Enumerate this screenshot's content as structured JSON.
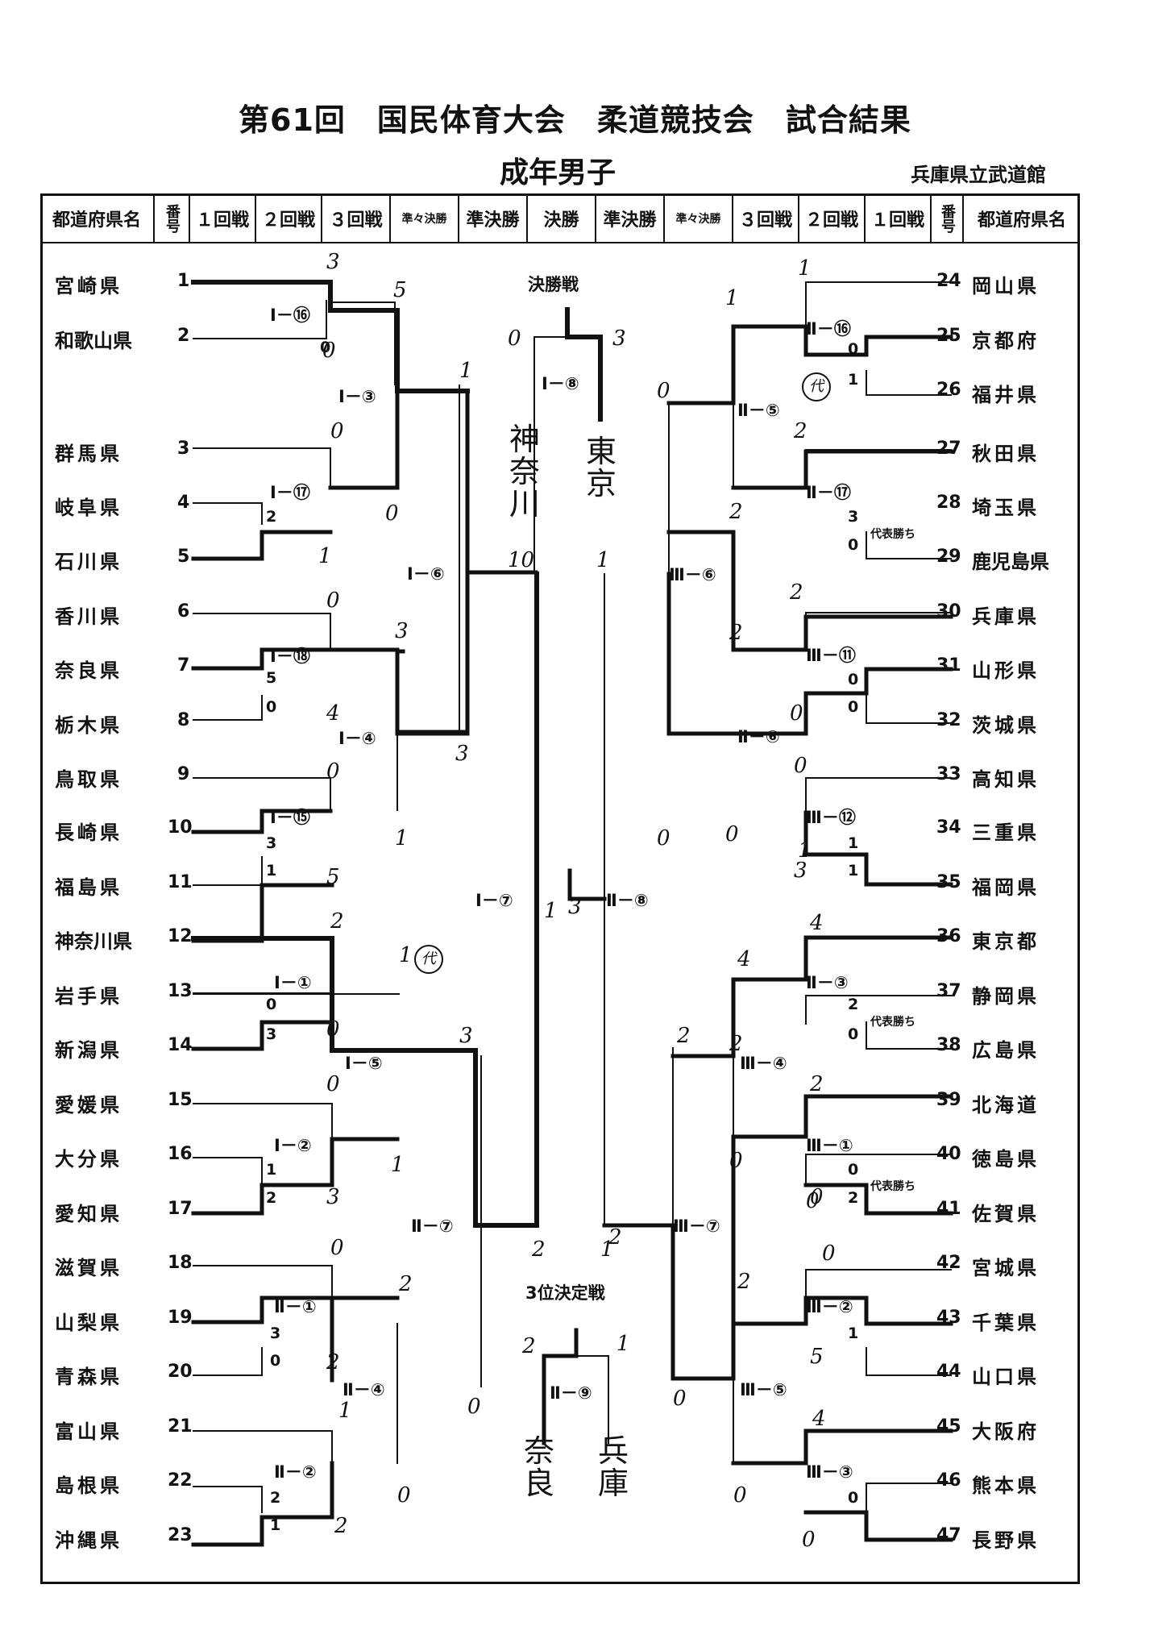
{
  "title": "第61回　国民体育大会　柔道競技会　試合結果",
  "subtitle": "成年男子",
  "venue": "兵庫県立武道館",
  "header": {
    "left": [
      "都道府県名",
      "番号",
      "１回戦",
      "２回戦",
      "３回戦",
      "準々決勝",
      "準決勝",
      "決勝"
    ],
    "right": [
      "準決勝",
      "準々決勝",
      "３回戦",
      "２回戦",
      "１回戦",
      "番号",
      "都道府県名"
    ]
  },
  "left_teams": [
    {
      "no": "1",
      "name": "宮崎県"
    },
    {
      "no": "2",
      "name": "和歌山県"
    },
    {
      "no": "3",
      "name": "群馬県"
    },
    {
      "no": "4",
      "name": "岐阜県"
    },
    {
      "no": "5",
      "name": "石川県"
    },
    {
      "no": "6",
      "name": "香川県"
    },
    {
      "no": "7",
      "name": "奈良県"
    },
    {
      "no": "8",
      "name": "栃木県"
    },
    {
      "no": "9",
      "name": "鳥取県"
    },
    {
      "no": "10",
      "name": "長崎県"
    },
    {
      "no": "11",
      "name": "福島県"
    },
    {
      "no": "12",
      "name": "神奈川県"
    },
    {
      "no": "13",
      "name": "岩手県"
    },
    {
      "no": "14",
      "name": "新潟県"
    },
    {
      "no": "15",
      "name": "愛媛県"
    },
    {
      "no": "16",
      "name": "大分県"
    },
    {
      "no": "17",
      "name": "愛知県"
    },
    {
      "no": "18",
      "name": "滋賀県"
    },
    {
      "no": "19",
      "name": "山梨県"
    },
    {
      "no": "20",
      "name": "青森県"
    },
    {
      "no": "21",
      "name": "富山県"
    },
    {
      "no": "22",
      "name": "島根県"
    },
    {
      "no": "23",
      "name": "沖縄県"
    }
  ],
  "right_teams": [
    {
      "no": "24",
      "name": "岡山県"
    },
    {
      "no": "25",
      "name": "京都府"
    },
    {
      "no": "26",
      "name": "福井県"
    },
    {
      "no": "27",
      "name": "秋田県"
    },
    {
      "no": "28",
      "name": "埼玉県"
    },
    {
      "no": "29",
      "name": "鹿児島県"
    },
    {
      "no": "30",
      "name": "兵庫県"
    },
    {
      "no": "31",
      "name": "山形県"
    },
    {
      "no": "32",
      "name": "茨城県"
    },
    {
      "no": "33",
      "name": "高知県"
    },
    {
      "no": "34",
      "name": "三重県"
    },
    {
      "no": "35",
      "name": "福岡県"
    },
    {
      "no": "36",
      "name": "東京都"
    },
    {
      "no": "37",
      "name": "静岡県"
    },
    {
      "no": "38",
      "name": "広島県"
    },
    {
      "no": "39",
      "name": "北海道"
    },
    {
      "no": "40",
      "name": "徳島県"
    },
    {
      "no": "41",
      "name": "佐賀県"
    },
    {
      "no": "42",
      "name": "宮城県"
    },
    {
      "no": "43",
      "name": "千葉県"
    },
    {
      "no": "44",
      "name": "山口県"
    },
    {
      "no": "45",
      "name": "大阪府"
    },
    {
      "no": "46",
      "name": "熊本県"
    },
    {
      "no": "47",
      "name": "長野県"
    }
  ],
  "left_match_labels": [
    "Ⅰ－⑯",
    "Ⅰ－③",
    "Ⅰ－⑰",
    "Ⅰ－⑥",
    "Ⅰ－⑱",
    "Ⅰ－④",
    "Ⅰ－⑮",
    "Ⅰ－⑦",
    "Ⅰ－①",
    "Ⅰ－⑤",
    "Ⅰ－②",
    "Ⅱ－⑦",
    "Ⅱ－①",
    "Ⅱ－④",
    "Ⅱ－②"
  ],
  "right_match_labels": [
    "Ⅱ－⑯",
    "Ⅱ－⑤",
    "Ⅱ－⑰",
    "Ⅲ－⑥",
    "Ⅲ－⑪",
    "Ⅱ－⑥",
    "Ⅲ－⑫",
    "Ⅱ－⑧",
    "Ⅱ－③",
    "Ⅲ－④",
    "Ⅲ－①",
    "Ⅲ－⑦",
    "Ⅲ－②",
    "Ⅲ－⑤",
    "Ⅲ－③"
  ],
  "final": {
    "label": "決勝戦",
    "match": "Ⅰ－⑧",
    "left_team": "神奈川",
    "right_team": "東京",
    "left_score": "0",
    "right_score": "3"
  },
  "third_place": {
    "label": "3位決定戦",
    "match": "Ⅱ－⑨",
    "left_team": "奈良",
    "right_team": "兵庫",
    "left_score": "2",
    "right_score": "1"
  },
  "note_daihyo": "代表勝ち",
  "note_dai": "代",
  "printed_scores": [
    "0",
    "2",
    "5",
    "0",
    "3",
    "1",
    "0",
    "3",
    "1",
    "2",
    "3",
    "0",
    "2",
    "1",
    "0",
    "1",
    "3",
    "0",
    "0",
    "0",
    "1",
    "1",
    "2",
    "0",
    "0",
    "2",
    "1",
    "0"
  ],
  "handwritten_scores": [
    "3",
    "0",
    "5",
    "1",
    "0",
    "0",
    "1",
    "0",
    "3",
    "4",
    "3",
    "0",
    "1",
    "5",
    "10",
    "1",
    "2",
    "1",
    "0",
    "0",
    "3",
    "3",
    "0",
    "1",
    "2",
    "0",
    "2",
    "2",
    "1",
    "0",
    "2",
    "1",
    "3",
    "1",
    "0",
    "0",
    "2",
    "2",
    "0",
    "2",
    "1",
    "0",
    "3",
    "0",
    "2",
    "4",
    "4",
    "2",
    "2",
    "0",
    "0",
    "0",
    "0",
    "2",
    "5",
    "0",
    "4",
    "0",
    "0",
    "2",
    "1",
    "2",
    "1"
  ],
  "colors": {
    "ink": "#111111",
    "paper": "#ffffff"
  }
}
